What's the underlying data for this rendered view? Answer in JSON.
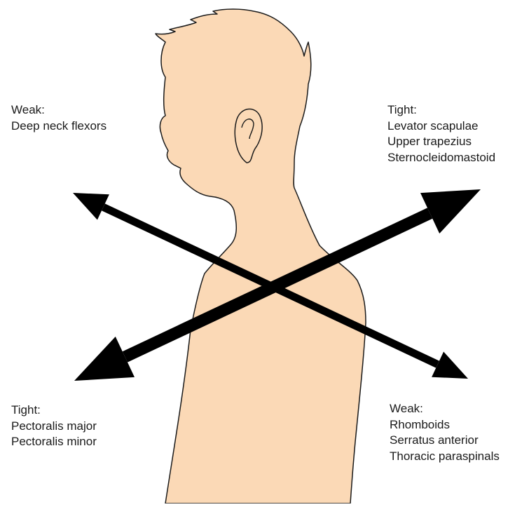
{
  "colors": {
    "skin": "#fbd9b6",
    "outline": "#1a1a1a",
    "arrow": "#000000",
    "background": "#ffffff"
  },
  "labels": {
    "top_left": {
      "title": "Weak:",
      "items": [
        "Deep neck flexors"
      ]
    },
    "top_right": {
      "title": "Tight:",
      "items": [
        "Levator scapulae",
        "Upper trapezius",
        "Sternocleidomastoid"
      ]
    },
    "bottom_left": {
      "title": "Tight:",
      "items": [
        "Pectoralis major",
        "Pectoralis minor"
      ]
    },
    "bottom_right": {
      "title": "Weak:",
      "items": [
        "Rhomboids",
        "Serratus anterior",
        "Thoracic paraspinals"
      ]
    }
  }
}
